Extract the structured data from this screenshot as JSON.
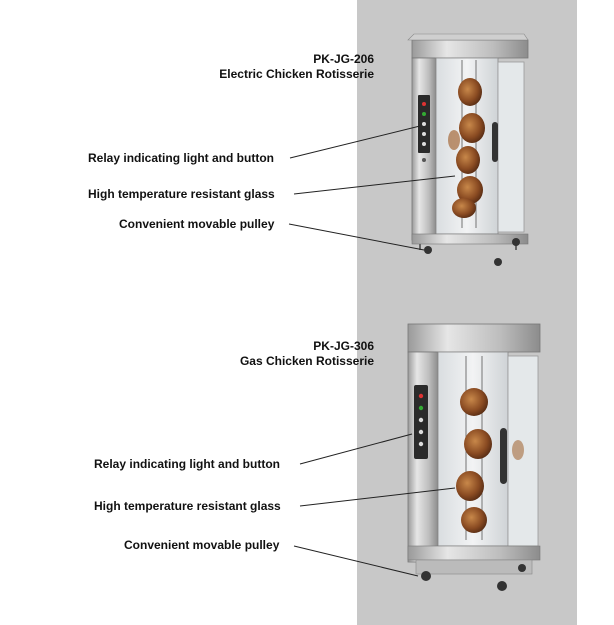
{
  "products": [
    {
      "model": "PK-JG-206",
      "name": "Electric Chicken Rotisserie",
      "callouts": [
        "Relay indicating light and button",
        "High temperature resistant glass",
        "Convenient movable pulley"
      ]
    },
    {
      "model": "PK-JG-306",
      "name": "Gas Chicken Rotisserie",
      "callouts": [
        "Relay indicating light and button",
        "High temperature resistant glass",
        "Convenient movable pulley"
      ]
    }
  ]
}
